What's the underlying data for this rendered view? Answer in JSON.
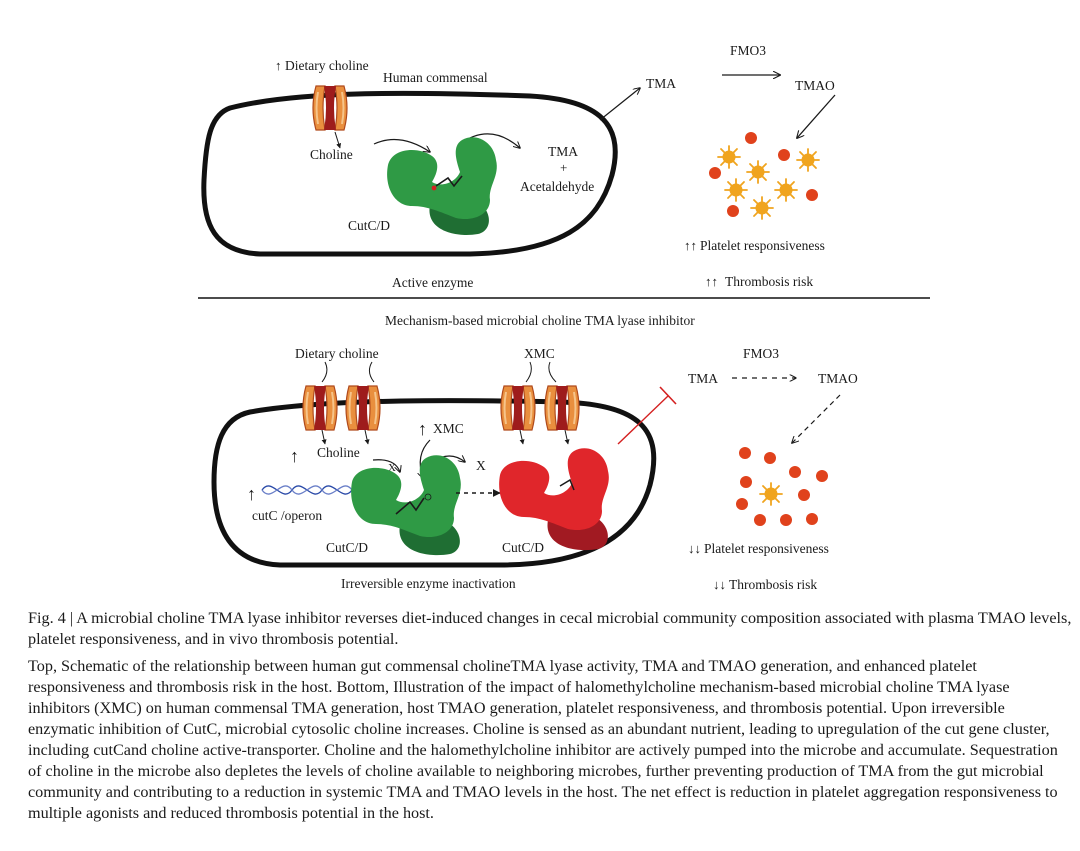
{
  "top_panel": {
    "dietary_choline": "Dietary choline",
    "human_commensal": "Human commensal",
    "choline": "Choline",
    "tma_product": "TMA",
    "plus": "+",
    "acetaldehyde": "Acetaldehyde",
    "enzyme": "CutC/D",
    "tma": "TMA",
    "fmo3": "FMO3",
    "tmao": "TMAO",
    "platelet": "Platelet responsiveness",
    "thrombosis": "Thrombosis risk",
    "footer": "Active enzyme",
    "increase_arrow": "↑",
    "double_up": "↑↑"
  },
  "section_title": "Mechanism-based microbial choline TMA lyase inhibitor",
  "bottom_panel": {
    "dietary_choline": "Dietary choline",
    "xmc": "XMC",
    "xmc_inner": "XMC",
    "choline": "Choline",
    "operon": "cutC /operon",
    "enzyme_left": "CutC/D",
    "enzyme_right": "CutC/D",
    "block_x": "X",
    "block_x_small": "X",
    "fmo3": "FMO3",
    "tma": "TMA",
    "tmao": "TMAO",
    "platelet": "Platelet responsiveness",
    "thrombosis": "Thrombosis risk",
    "footer": "Irreversible enzyme inactivation",
    "up_arrow": "↑",
    "double_down": "↓↓"
  },
  "caption": {
    "title": "Fig. 4 | A microbial choline TMA lyase inhibitor reverses diet-induced changes in cecal microbial community composition associated with plasma TMAO levels, platelet responsiveness, and in vivo thrombosis potential.",
    "body": "Top, Schematic of the relationship between human gut commensal cholineTMA lyase activity, TMA and TMAO generation, and enhanced platelet responsiveness and thrombosis risk in the host. Bottom, Illustration of the impact of halomethylcholine mechanism-based microbial choline TMA lyase inhibitors (XMC) on human commensal TMA generation, host TMAO generation, platelet responsiveness, and thrombosis potential. Upon irreversible enzymatic inhibition of CutC, microbial cytosolic choline increases. Choline is sensed as an abundant nutrient, leading to upregulation of the cut gene cluster, including cutCand choline active-transporter. Choline and the halomethylcholine inhibitor are actively pumped into the microbe and accumulate. Sequestration of choline in the microbe also depletes the levels of choline available to neighboring microbes,  further preventing production of TMA from the gut microbial community and contributing to a reduction in systemic TMA and TMAO levels in the host. The net effect is reduction in platelet aggregation responsiveness to multiple agonists and reduced thrombosis potential in the host."
  },
  "colors": {
    "enzyme_active": "#2f9a45",
    "enzyme_inactive": "#e0262b",
    "transporter": "#e98f3e",
    "tmao_dot": "#e0421c",
    "platelet": "#f0a41e",
    "up_arrow": "#d42020",
    "down_arrow": "#2a4aa8"
  }
}
